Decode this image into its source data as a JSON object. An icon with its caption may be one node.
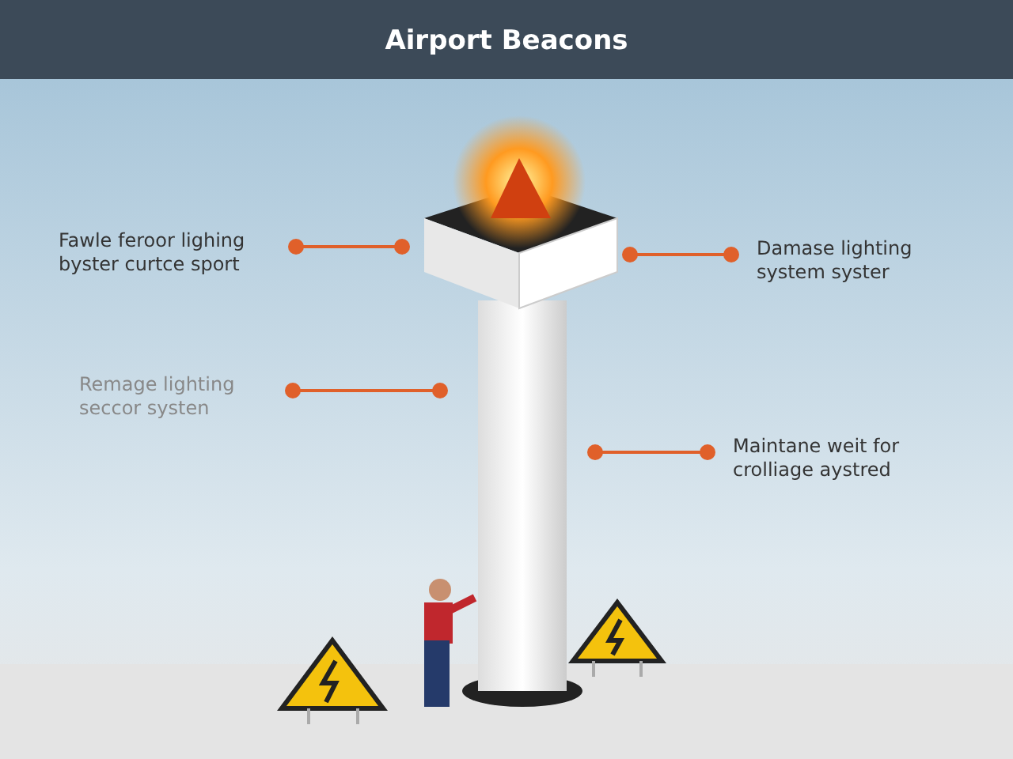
{
  "diagram": {
    "title": "Airport Beacons",
    "nodes": [
      {
        "text": [
          "Fawle feroor lighing byster curtce sport"
        ]
      },
      {
        "text": [
          "Damase lighting system syster"
        ]
      },
      {
        "text": [
          "Remage lighting seccor systen"
        ]
      },
      {
        "text": [
          "Maintane weit for crolliage aystred"
        ]
      },
      {
        "text": [],
        "shape": "picture"
      },
      {
        "text": [],
        "shape": "picture"
      }
    ],
    "edges": [
      {
        "from": 0,
        "to": 4,
        "arrow": "other"
      },
      {
        "from": 1,
        "to": 4,
        "arrow": "other"
      },
      {
        "from": 2,
        "to": 5,
        "arrow": "other"
      },
      {
        "from": 3,
        "to": 5,
        "arrow": "other"
      }
    ]
  }
}
